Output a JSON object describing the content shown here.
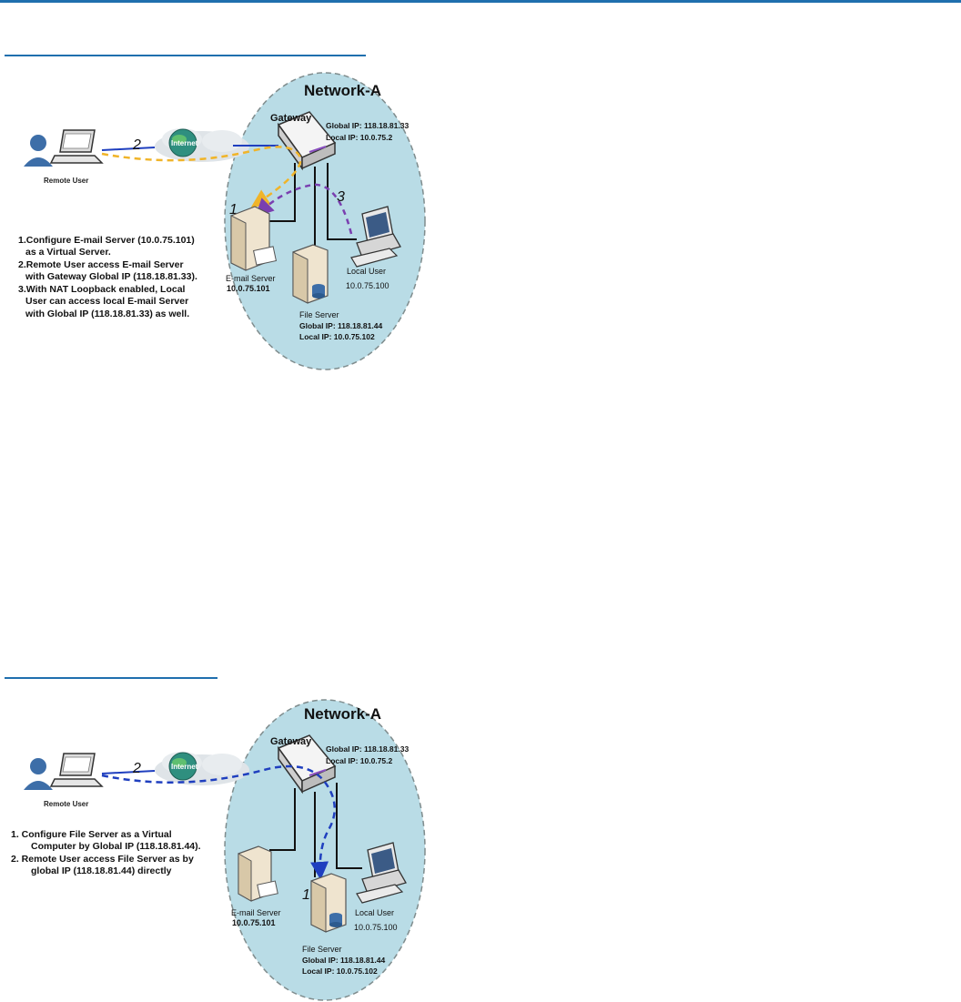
{
  "colors": {
    "rule": "#1f6fae",
    "cloud_fill": "#b9dce6",
    "remote_path": "#f0b429",
    "loopback_path": "#7a3fb0",
    "direct_path": "#1f3fbf"
  },
  "diagram1": {
    "network_label": "Network-A",
    "gateway_label": "Gateway",
    "gateway_global_ip": "Global IP: 118.18.81.33",
    "gateway_local_ip": "Local IP: 10.0.75.2",
    "internet_label": "Internet",
    "remote_user_label": "Remote User",
    "step2": "2",
    "step1": "1",
    "step3": "3",
    "email_server_label": "E-mail Server",
    "email_server_ip": "10.0.75.101",
    "local_user_label": "Local User",
    "local_user_ip": "10.0.75.100",
    "file_server_label": "File Server",
    "file_server_global_ip": "Global IP: 118.18.81.44",
    "file_server_local_ip": "Local IP: 10.0.75.102",
    "notes": [
      "1.Configure E-mail Server (10.0.75.101)",
      "as a Virtual Server.",
      "2.Remote User access E-mail Server",
      "with Gateway Global IP (118.18.81.33).",
      "3.With NAT Loopback enabled, Local",
      "User can access local E-mail Server",
      "with Global IP (118.18.81.33)  as well."
    ]
  },
  "diagram2": {
    "network_label": "Network-A",
    "gateway_label": "Gateway",
    "gateway_global_ip": "Global IP: 118.18.81.33",
    "gateway_local_ip": "Local IP: 10.0.75.2",
    "internet_label": "Internet",
    "remote_user_label": "Remote User",
    "step2": "2",
    "step1": "1",
    "email_server_label": "E-mail Server",
    "email_server_ip": "10.0.75.101",
    "local_user_label": "Local User",
    "local_user_ip": "10.0.75.100",
    "file_server_label": "File Server",
    "file_server_global_ip": "Global IP: 118.18.81.44",
    "file_server_local_ip": "Local IP: 10.0.75.102",
    "notes": [
      "1.   Configure File Server  as a Virtual",
      "Computer by Global IP (118.18.81.44).",
      "2.   Remote User access File Server as by",
      "global IP (118.18.81.44) directly"
    ]
  }
}
